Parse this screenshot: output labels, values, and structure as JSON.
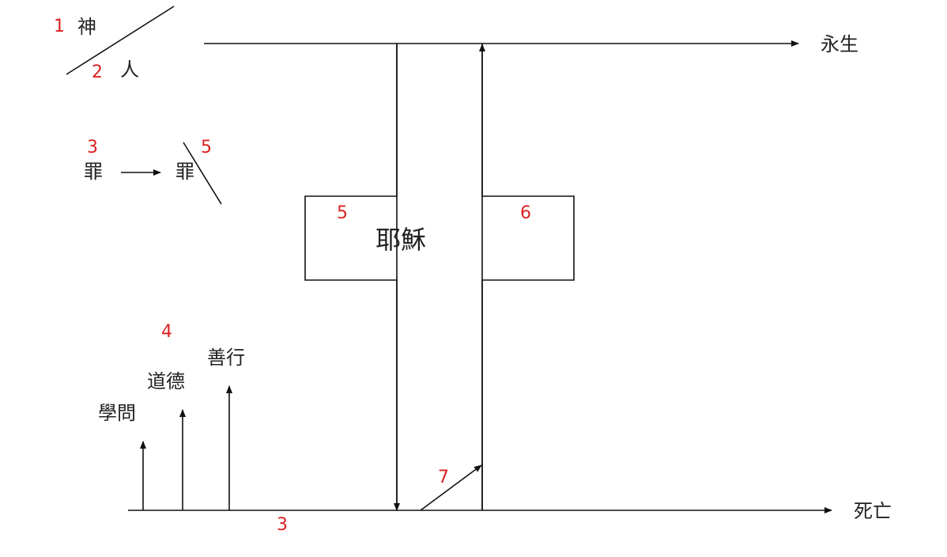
{
  "labels": {
    "god": "神",
    "man": "人",
    "eternal_life": "永生",
    "death": "死亡",
    "sin": "罪",
    "sin_removed": "罪",
    "jesus": "耶穌",
    "learning": "學問",
    "morality": "道德",
    "good_deeds": "善行"
  },
  "numbers": {
    "n1": "1",
    "n2": "2",
    "n3_sin": "3",
    "n5_sin": "5",
    "n5_cross": "5",
    "n6": "6",
    "n4": "4",
    "n7": "7",
    "n3_bottom": "3"
  },
  "colors": {
    "line": "#111111",
    "text": "#222222",
    "number": "#dd2222",
    "background": "#ffffff"
  }
}
